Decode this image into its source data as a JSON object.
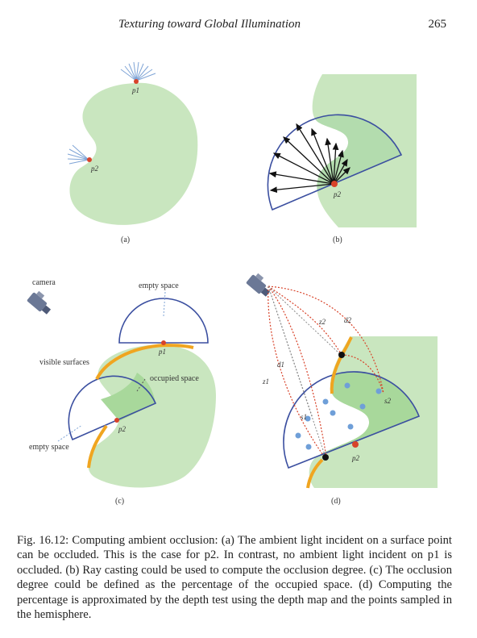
{
  "header": {
    "running_title": "Texturing toward Global Illumination",
    "page_number": "265"
  },
  "figure": {
    "panel_a": {
      "label": "(a)",
      "p1": "p1",
      "p2": "p2"
    },
    "panel_b": {
      "label": "(b)",
      "p2": "p2"
    },
    "panel_c": {
      "label": "(c)",
      "camera": "camera",
      "empty_space_top": "empty space",
      "p1": "p1",
      "visible_surfaces": "visible surfaces",
      "occupied_space": "occupied space",
      "p2": "p2",
      "empty_space_bottom": "empty space"
    },
    "panel_d": {
      "label": "(d)",
      "z2": "z2",
      "d2": "d2",
      "d1": "d1",
      "z1": "z1",
      "s1": "s1",
      "s2": "s2",
      "p2": "p2"
    }
  },
  "caption": "Fig. 16.12: Computing ambient occlusion: (a) The ambient light incident on a surface point can be occluded. This is the case for p2. In contrast, no ambient light incident on p1 is occluded. (b) Ray casting could be used to compute the occlusion degree. (c) The occlusion degree could be defined as the percentage of the occupied space. (d) Computing the percentage is approximated by the depth test using the depth map and the points sampled in the hemisphere.",
  "colors": {
    "surface_green": "#c9e6bf",
    "occupied_green": "#a8d89b",
    "hemisphere_blue": "#3b4fa0",
    "visible_orange": "#f0a520",
    "ray_red": "#d8432a",
    "sample_blue": "#6f9fd8"
  }
}
